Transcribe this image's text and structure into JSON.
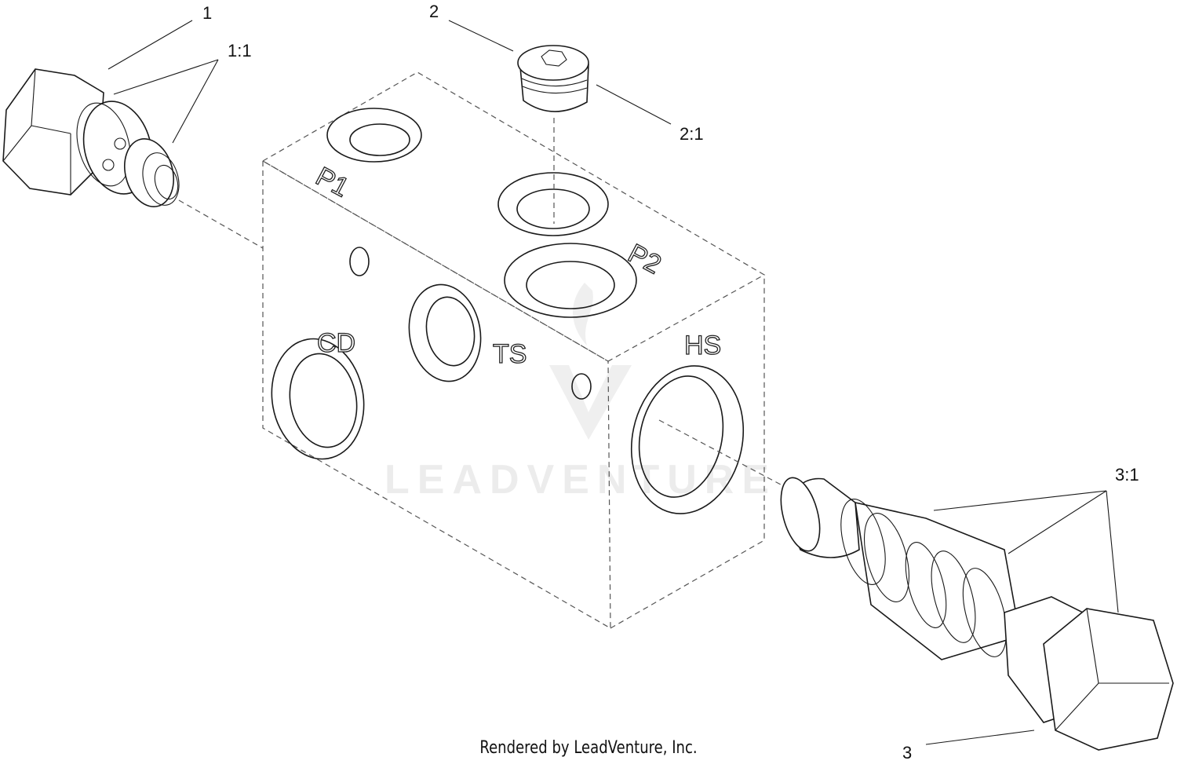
{
  "diagram": {
    "callouts": {
      "c1": "1",
      "c1_1": "1:1",
      "c2": "2",
      "c2_1": "2:1",
      "c3": "3",
      "c3_1": "3:1"
    },
    "ports": {
      "p1": "P1",
      "p2": "P2",
      "cd": "CD",
      "ts": "TS",
      "hs": "HS"
    },
    "watermark": "LEADVENTURE",
    "credit": "Rendered by LeadVenture, Inc."
  }
}
